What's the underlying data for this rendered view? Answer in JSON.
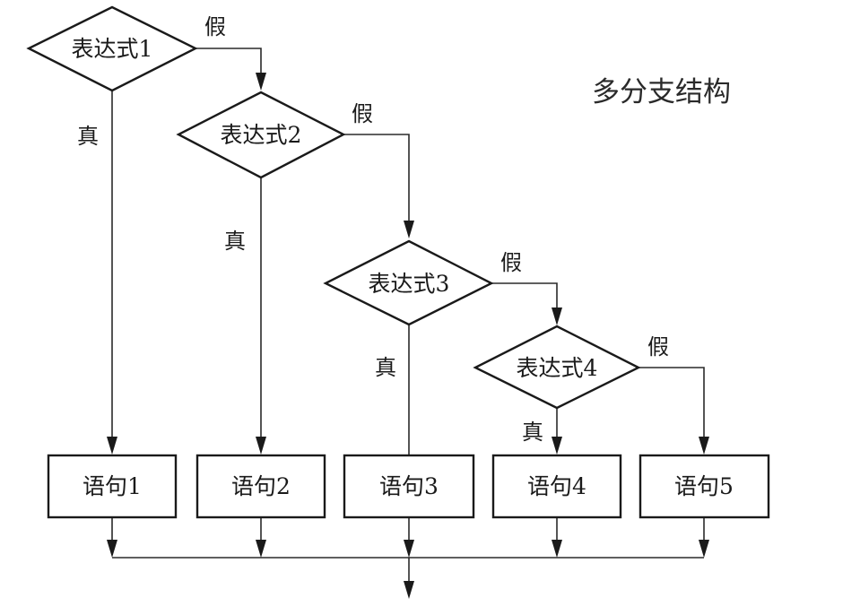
{
  "diagram": {
    "title": "多分支结构",
    "decisions": [
      {
        "id": "d1",
        "label": "表达式1"
      },
      {
        "id": "d2",
        "label": "表达式2"
      },
      {
        "id": "d3",
        "label": "表达式3"
      },
      {
        "id": "d4",
        "label": "表达式4"
      }
    ],
    "statements": [
      {
        "id": "s1",
        "label": "语句1"
      },
      {
        "id": "s2",
        "label": "语句2"
      },
      {
        "id": "s3",
        "label": "语句3"
      },
      {
        "id": "s4",
        "label": "语句4"
      },
      {
        "id": "s5",
        "label": "语句5"
      }
    ],
    "edges": [
      {
        "from": "d1",
        "to": "s1",
        "label": "真"
      },
      {
        "from": "d1",
        "to": "d2",
        "label": "假"
      },
      {
        "from": "d2",
        "to": "s2",
        "label": "真"
      },
      {
        "from": "d2",
        "to": "d3",
        "label": "假"
      },
      {
        "from": "d3",
        "to": "s3",
        "label": "真"
      },
      {
        "from": "d3",
        "to": "d4",
        "label": "假"
      },
      {
        "from": "d4",
        "to": "s4",
        "label": "真"
      },
      {
        "from": "d4",
        "to": "s5",
        "label": "假"
      },
      {
        "from": "s1",
        "to": "exit",
        "label": ""
      },
      {
        "from": "s2",
        "to": "exit",
        "label": ""
      },
      {
        "from": "s3",
        "to": "exit",
        "label": ""
      },
      {
        "from": "s4",
        "to": "exit",
        "label": ""
      },
      {
        "from": "s5",
        "to": "exit",
        "label": ""
      }
    ]
  }
}
